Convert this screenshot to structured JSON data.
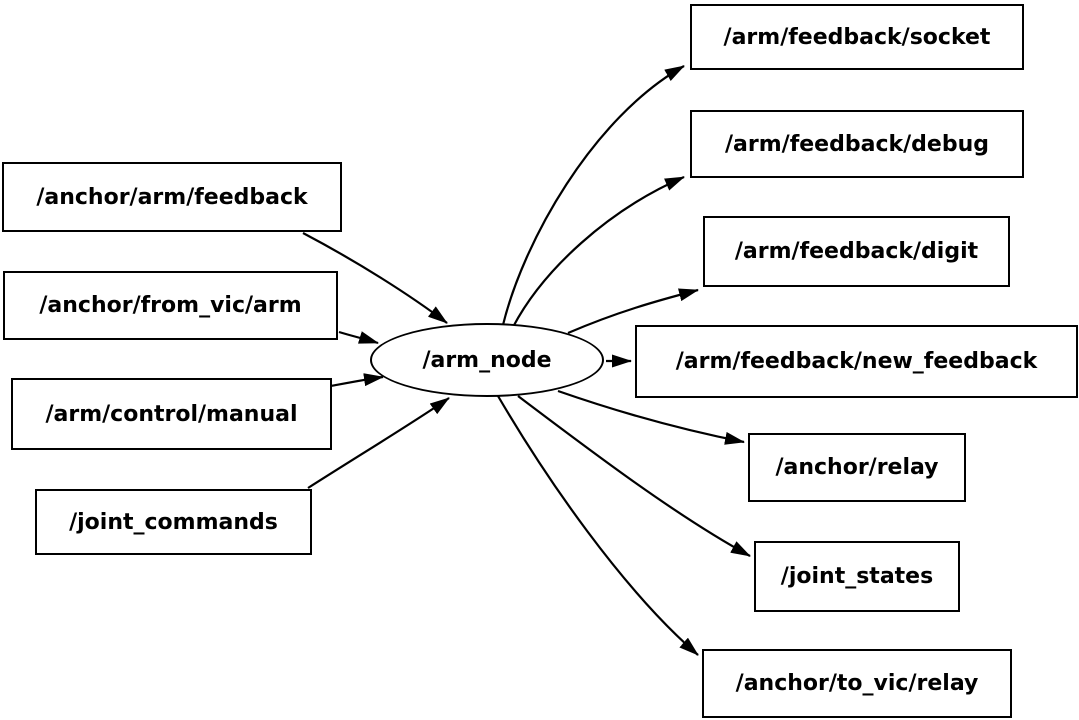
{
  "diagram": {
    "type": "ros-node-graph",
    "colors": {
      "background": "#ffffff",
      "node_border": "#000000",
      "edge": "#000000",
      "text": "#000000"
    },
    "center_node": {
      "label": "/arm_node",
      "shape": "ellipse"
    },
    "input_topics": [
      {
        "label": "/anchor/arm/feedback"
      },
      {
        "label": "/anchor/from_vic/arm"
      },
      {
        "label": "/arm/control/manual"
      },
      {
        "label": "/joint_commands"
      }
    ],
    "output_topics": [
      {
        "label": "/arm/feedback/socket"
      },
      {
        "label": "/arm/feedback/debug"
      },
      {
        "label": "/arm/feedback/digit"
      },
      {
        "label": "/arm/feedback/new_feedback"
      },
      {
        "label": "/anchor/relay"
      },
      {
        "label": "/joint_states"
      },
      {
        "label": "/anchor/to_vic/relay"
      }
    ],
    "edges": [
      {
        "from": "/anchor/arm/feedback",
        "to": "/arm_node"
      },
      {
        "from": "/anchor/from_vic/arm",
        "to": "/arm_node"
      },
      {
        "from": "/arm/control/manual",
        "to": "/arm_node"
      },
      {
        "from": "/joint_commands",
        "to": "/arm_node"
      },
      {
        "from": "/arm_node",
        "to": "/arm/feedback/socket"
      },
      {
        "from": "/arm_node",
        "to": "/arm/feedback/debug"
      },
      {
        "from": "/arm_node",
        "to": "/arm/feedback/digit"
      },
      {
        "from": "/arm_node",
        "to": "/arm/feedback/new_feedback"
      },
      {
        "from": "/arm_node",
        "to": "/anchor/relay"
      },
      {
        "from": "/arm_node",
        "to": "/joint_states"
      },
      {
        "from": "/arm_node",
        "to": "/anchor/to_vic/relay"
      }
    ]
  }
}
